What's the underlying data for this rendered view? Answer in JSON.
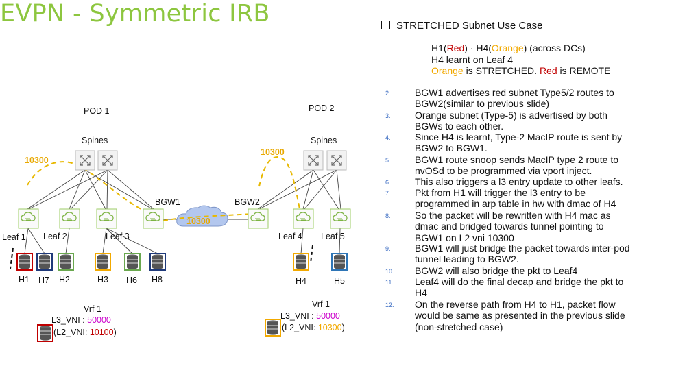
{
  "title": "EVPN - Symmetric IRB",
  "pod1": {
    "label": "POD 1",
    "spines": "Spines",
    "vni_arc": "10300"
  },
  "pod2": {
    "label": "POD 2",
    "spines": "Spines",
    "vni_arc": "10300"
  },
  "tunnel_vni": "10300",
  "bgw1": "BGW1",
  "bgw2": "BGW2",
  "leafs": [
    "Leaf 1",
    "Leaf 2",
    "Leaf 3",
    "Leaf 4",
    "Leaf 5"
  ],
  "hosts": [
    "H1",
    "H7",
    "H2",
    "H3",
    "H6",
    "H8",
    "H4",
    "H5"
  ],
  "vrf_left": {
    "name": "Vrf 1",
    "l3_label": "L3_VNI : ",
    "l3_value": "50000",
    "l2_label": "(L2_VNI: ",
    "l2_value": "10100",
    "l2_close": ")"
  },
  "vrf_right": {
    "name": "Vrf 1",
    "l3_label": "L3_VNI : ",
    "l3_value": "50000",
    "l2_label": "(L2_VNI: ",
    "l2_value": "10300",
    "l2_close": ")"
  },
  "use_case": {
    "heading": "STRETCHED Subnet Use Case",
    "line1": {
      "h1": "H1(",
      "red": "Red",
      "mid": ")  ·  H4(",
      "orange": "Orange",
      "end": ") (across DCs)"
    },
    "line2": "H4 learnt on Leaf 4",
    "line3": {
      "orange": "Orange",
      "mid": " is STRETCHED. ",
      "red": "Red",
      "end": " is REMOTE"
    }
  },
  "steps": [
    {
      "num": "2.",
      "text": "BGW1 advertises red subnet Type5/2 routes to BGW2(similar to previous slide)"
    },
    {
      "num": "3.",
      "text": "Orange subnet (Type-5) is advertised by both BGWs to each other."
    },
    {
      "num": "4.",
      "text": "Since H4 is learnt, Type-2 MacIP route is sent by BGW2 to BGW1."
    },
    {
      "num": "5.",
      "text": "BGW1 route snoop sends MacIP type 2 route to nvOSd to be programmed via vport inject."
    },
    {
      "num": "6.",
      "text": "This also triggers a l3 entry update to other leafs."
    },
    {
      "num": "7.",
      "text": "Pkt from H1 will trigger the l3 entry to be programmed in arp table in hw with dmac of H4"
    },
    {
      "num": "8.",
      "text": "So the packet will be rewritten with H4 mac as dmac and bridged towards tunnel pointing to BGW1 on L2 vni 10300"
    },
    {
      "num": "9.",
      "text": "BGW1 will just bridge the packet towards inter-pod tunnel leading to BGW2."
    },
    {
      "num": "10.",
      "text": "BGW2 will also bridge the pkt to Leaf4"
    },
    {
      "num": "11.",
      "text": "Leaf4 will do the final decap and bridge the pkt to H4"
    },
    {
      "num": "12.",
      "text": "On the reverse path from H4 to H1, packet flow would be same as presented in the previous slide (non-stretched case)"
    }
  ],
  "colors": {
    "title": "#8dc63f",
    "red": "#c00000",
    "orange": "#f2a900",
    "magenta": "#cc00cc",
    "leaf_border": "#9ccc65",
    "tunnel": "#e8b800"
  }
}
